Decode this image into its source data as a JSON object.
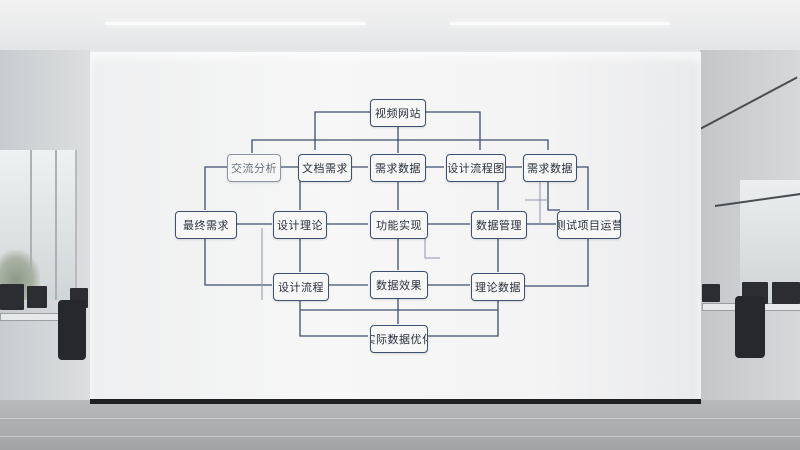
{
  "diagram": {
    "nodes": [
      {
        "id": "n1",
        "label": "视频网站"
      },
      {
        "id": "n2",
        "label": "交流分析"
      },
      {
        "id": "n3",
        "label": "文档需求"
      },
      {
        "id": "n4",
        "label": "需求数据"
      },
      {
        "id": "n5",
        "label": "设计流程图"
      },
      {
        "id": "n6",
        "label": "需求数据"
      },
      {
        "id": "n7",
        "label": "最终需求"
      },
      {
        "id": "n8",
        "label": "设计理论"
      },
      {
        "id": "n9",
        "label": "功能实现"
      },
      {
        "id": "n10",
        "label": "数据管理"
      },
      {
        "id": "n11",
        "label": "测试项目运营"
      },
      {
        "id": "n12",
        "label": "设计流程"
      },
      {
        "id": "n13",
        "label": "数据效果"
      },
      {
        "id": "n14",
        "label": "理论数据"
      },
      {
        "id": "n15",
        "label": "实际数据优化"
      }
    ],
    "line_color": "#3f4f6e"
  }
}
